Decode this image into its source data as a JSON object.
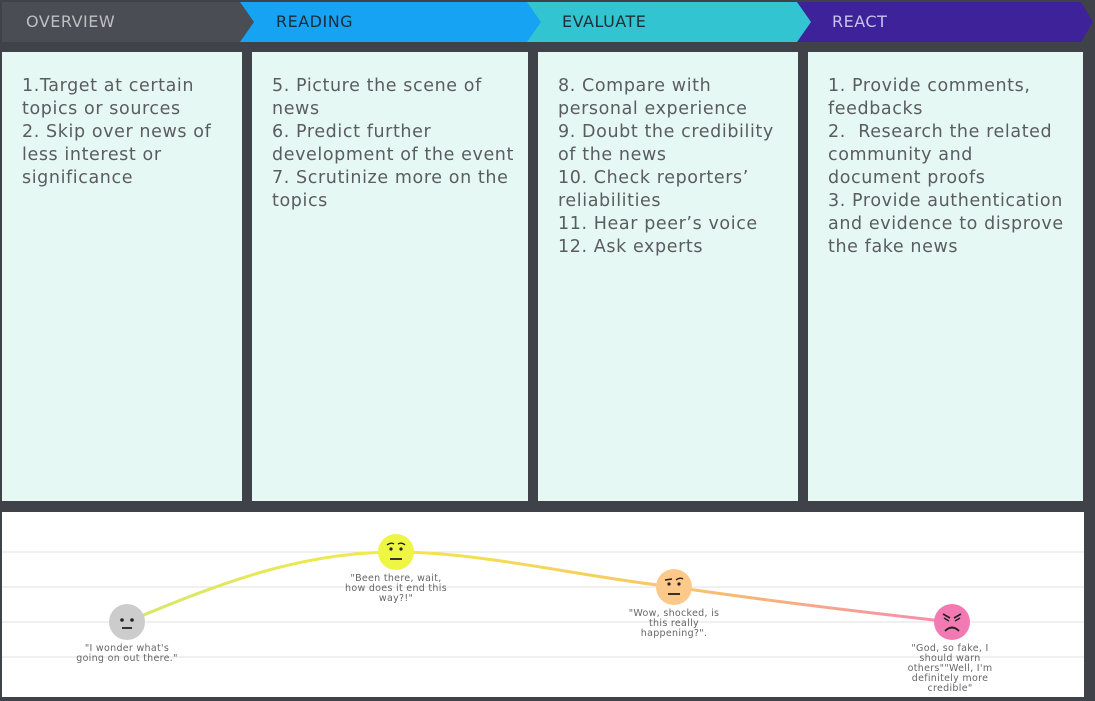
{
  "stages": [
    {
      "label": "OVERVIEW",
      "color": "#4a4d53",
      "text_color": "#bdbfc3"
    },
    {
      "label": "READING",
      "color": "#17a3f4",
      "text_color": "#1b2b38"
    },
    {
      "label": "EVALUATE",
      "color": "#33c4d2",
      "text_color": "#1b3034"
    },
    {
      "label": "REACT",
      "color": "#3d2299",
      "text_color": "#c9c3ee"
    }
  ],
  "columns": [
    {
      "lines": [
        "1.Target at certain",
        "topics or sources",
        "2. Skip over news of",
        "less interest or",
        "significance"
      ]
    },
    {
      "lines": [
        "5. Picture the scene of",
        "news",
        "6. Predict further",
        "development of the event",
        "7. Scrutinize more on the",
        "topics"
      ]
    },
    {
      "lines": [
        "8. Compare with",
        "personal experience",
        "9. Doubt the credibility",
        "of the news",
        "10. Check reporters’",
        "reliabilities",
        "11. Hear peer’s voice",
        "12. Ask experts"
      ]
    },
    {
      "lines": [
        "1. Provide comments,",
        "feedbacks",
        "2.  Research the related",
        "community and",
        "document proofs",
        "3. Provide authentication",
        "and evidence to disprove",
        "the fake news"
      ]
    }
  ],
  "journey": {
    "emotions": [
      {
        "name": "neutral",
        "color": "#cccccc",
        "quote": "\"I wonder what's going on out there.\"",
        "level": 1
      },
      {
        "name": "curious",
        "color": "#eef542",
        "quote": "\"Been there, wait, how does it end this way?!\"",
        "level": 3
      },
      {
        "name": "skeptical",
        "color": "#fcc98a",
        "quote": "\"Wow, shocked, is this really happening?\".",
        "level": 2
      },
      {
        "name": "angry",
        "color": "#f27ab3",
        "quote": "\"God, so fake, I should warn others\"\"Well, I'm definitely more credible\"",
        "level": 1
      }
    ],
    "curve_colors": [
      "#d7e66a",
      "#f1ea4a",
      "#f7c36a",
      "#f58ab0"
    ]
  }
}
